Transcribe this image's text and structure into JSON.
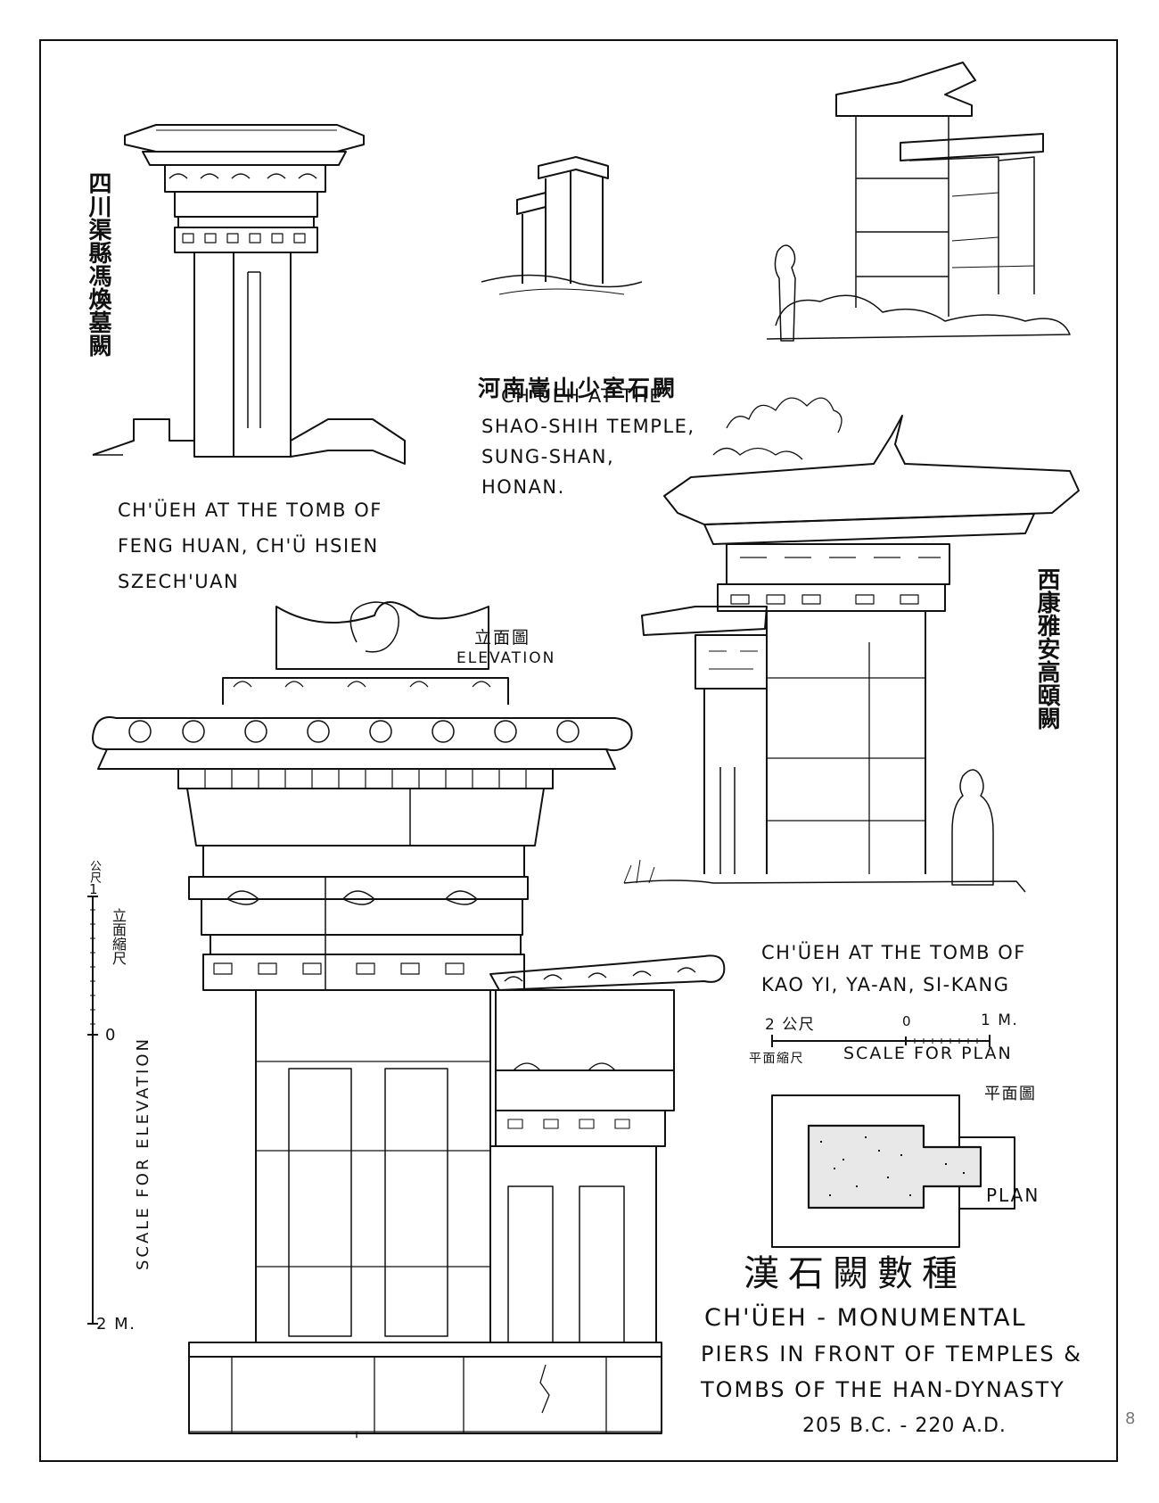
{
  "captions": {
    "feng_huan_cn": "四川渠縣馮煥墓闕",
    "feng_huan_en": [
      "CH'ÜEH AT THE TOMB OF",
      "FENG HUAN, CH'Ü HSIEN",
      "SZECH'UAN"
    ],
    "shao_shih_cn": "河南嵩山少室石闕",
    "shao_shih_en": [
      "CH'ÜEH AT THE",
      "SHAO-SHIH TEMPLE,",
      "SUNG-SHAN,",
      "HONAN."
    ],
    "kao_yi_cn": "西康雅安高頤闕",
    "kao_yi_en": [
      "CH'ÜEH AT THE TOMB OF",
      "KAO YI, YA-AN, SI-KANG"
    ]
  },
  "elevation": {
    "label_cn": "立面圖",
    "label_en": "ELEVATION"
  },
  "elevation_scale": {
    "unit_cn": "公尺",
    "top_mark": "1",
    "label_cn": "立面縮尺",
    "zero": "0",
    "bottom": "2 M.",
    "label_en": "SCALE FOR ELEVATION"
  },
  "plan_scale": {
    "left": "2 公尺",
    "zero": "0",
    "right": "1 M.",
    "label_cn": "平面縮尺",
    "label_en": "SCALE FOR PLAN"
  },
  "plan": {
    "label_cn": "平面圖",
    "label_en": "PLAN"
  },
  "title": {
    "cn": "漢石闕數種",
    "line1": "CH'ÜEH - MONUMENTAL",
    "line2": "PIERS IN FRONT OF TEMPLES &",
    "line3": "TOMBS OF THE HAN-DYNASTY",
    "dates": "205 B.C. - 220 A.D."
  },
  "page_number": "8"
}
